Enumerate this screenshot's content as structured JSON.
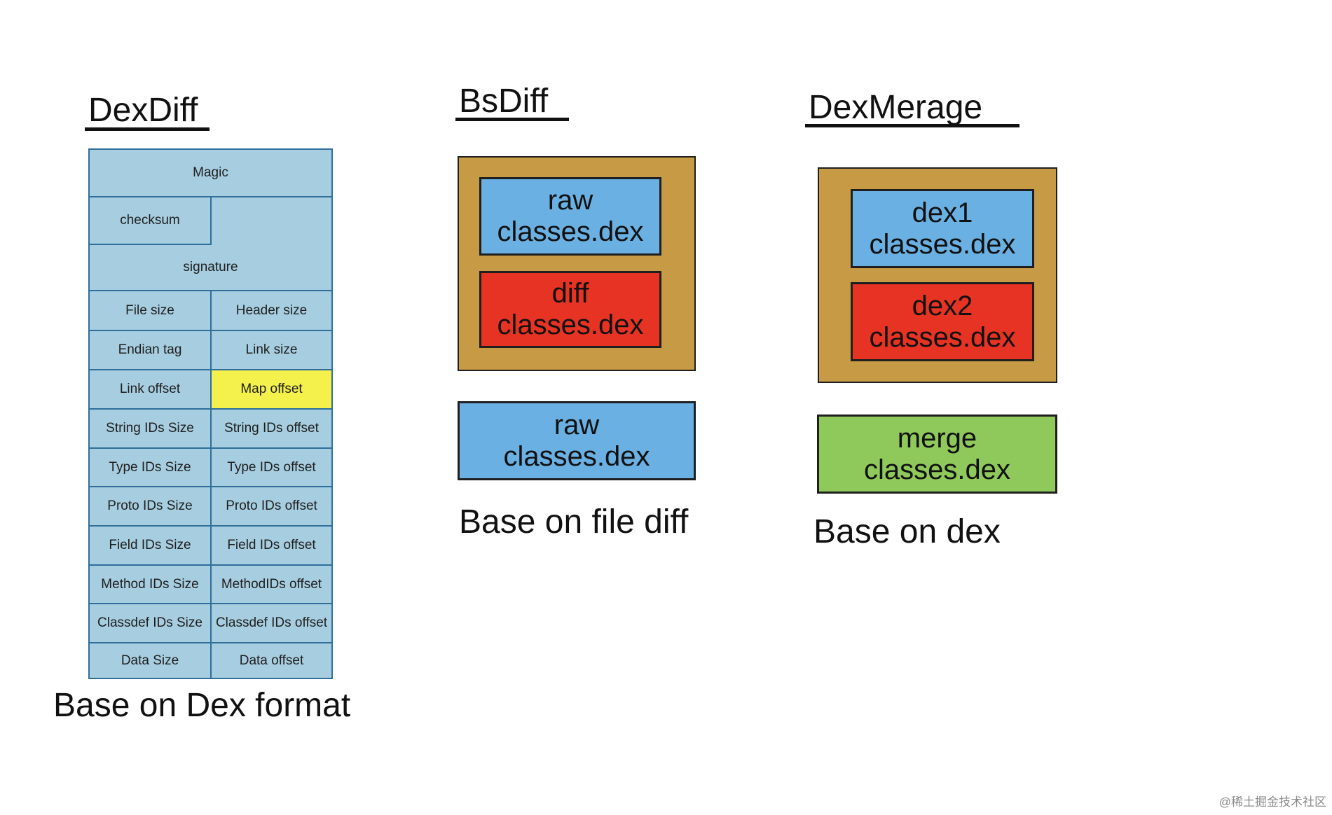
{
  "dexdiff": {
    "title": "DexDiff",
    "caption": "Base on Dex format",
    "cells": {
      "magic": "Magic",
      "checksum": "checksum",
      "signature": "signature",
      "file_size": "File size",
      "header_size": "Header size",
      "endian_tag": "Endian tag",
      "link_size": "Link size",
      "link_offset": "Link offset",
      "map_offset": "Map offset",
      "string_ids_size": "String IDs Size",
      "string_ids_offset": "String IDs offset",
      "type_ids_size": "Type IDs Size",
      "type_ids_offset": "Type IDs offset",
      "proto_ids_size": "Proto IDs Size",
      "proto_ids_offset": "Proto IDs offset",
      "field_ids_size": "Field IDs Size",
      "field_ids_offset": "Field IDs offset",
      "method_ids_size": "Method IDs Size",
      "method_ids_offset": "MethodIDs offset",
      "classdef_ids_size": "Classdef IDs Size",
      "classdef_ids_offset": "Classdef IDs offset",
      "data_size": "Data Size",
      "data_offset": "Data offset"
    }
  },
  "bsdiff": {
    "title": "BsDiff",
    "caption": "Base on file diff",
    "raw_box": {
      "line1": "raw",
      "line2": "classes.dex"
    },
    "diff_box": {
      "line1": "diff",
      "line2": "classes.dex"
    },
    "result_box": {
      "line1": "raw",
      "line2": "classes.dex"
    }
  },
  "dexmerge": {
    "title": "DexMerage",
    "caption": "Base on dex",
    "dex1_box": {
      "line1": "dex1",
      "line2": "classes.dex"
    },
    "dex2_box": {
      "line1": "dex2",
      "line2": "classes.dex"
    },
    "result_box": {
      "line1": "merge",
      "line2": "classes.dex"
    }
  },
  "watermark": "@稀土掘金技术社区",
  "colors": {
    "table_fill": "#a6cde0",
    "table_lines": "#2f6f9a",
    "highlight": "#f4f14c",
    "outer_box": "#c79a45",
    "blue_box": "#6bb0e2",
    "red_box": "#e63324",
    "green_box": "#90c95b"
  }
}
